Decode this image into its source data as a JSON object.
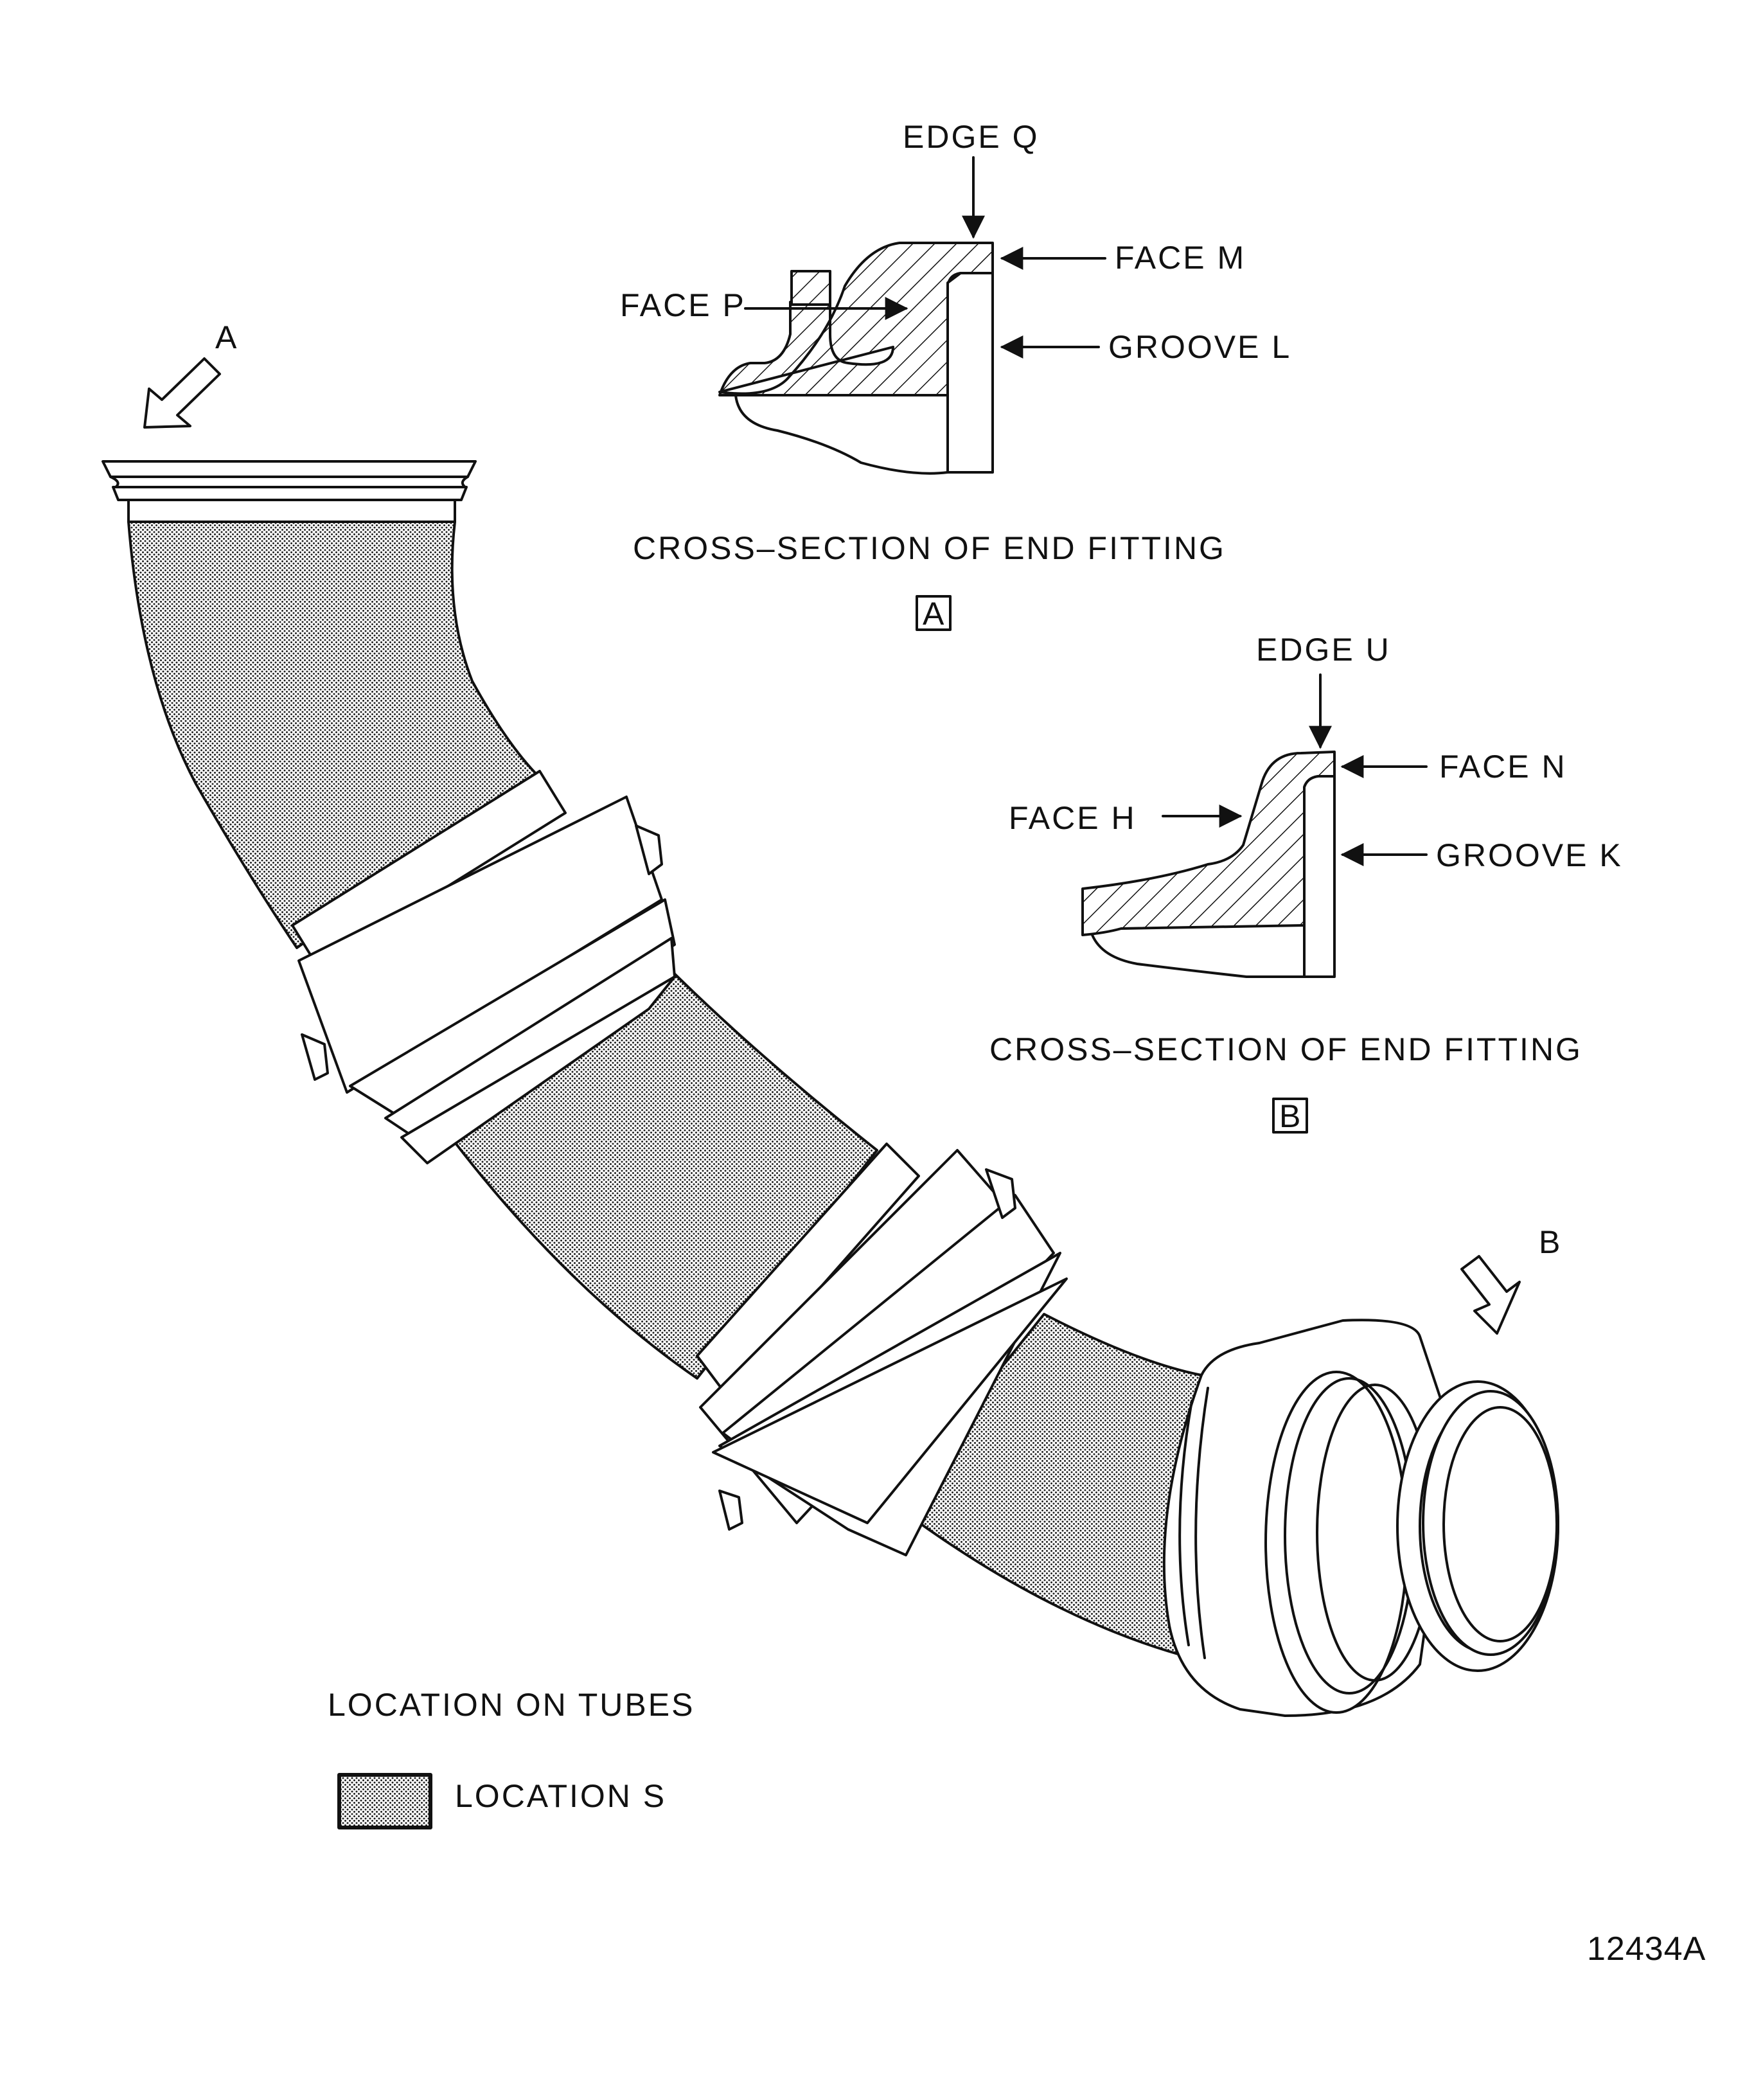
{
  "callouts": {
    "view_a": "A",
    "view_b": "B"
  },
  "section_a": {
    "edge": "EDGE Q",
    "face_top": "FACE M",
    "face_side": "FACE P",
    "groove": "GROOVE L",
    "caption": "CROSS–SECTION OF END FITTING",
    "ref": "A"
  },
  "section_b": {
    "edge": "EDGE U",
    "face_top": "FACE N",
    "face_side": "FACE H",
    "groove": "GROOVE K",
    "caption": "CROSS–SECTION OF END FITTING",
    "ref": "B"
  },
  "legend": {
    "title": "LOCATION ON TUBES",
    "item": "LOCATION S"
  },
  "figure_number": "12434A"
}
